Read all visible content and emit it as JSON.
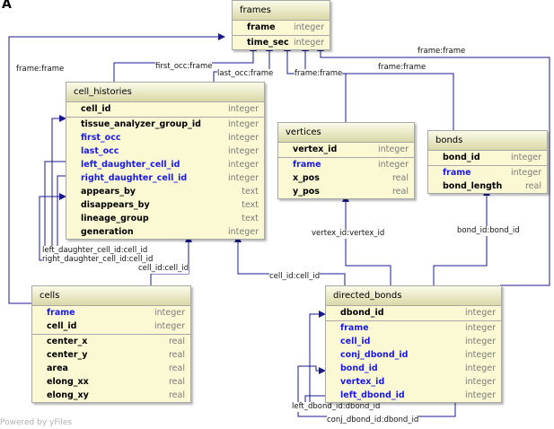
{
  "panel_label": "A",
  "footer": "Powered by yFiles",
  "tables": {
    "frames": {
      "title": "frames",
      "rows": [
        {
          "name": "frame",
          "type": "integer",
          "fk": false
        },
        {
          "name": "time_sec",
          "type": "integer",
          "fk": false
        }
      ]
    },
    "cell_histories": {
      "title": "cell_histories",
      "rows": [
        {
          "name": "cell_id",
          "type": "integer",
          "fk": false
        },
        {
          "name": "tissue_analyzer_group_id",
          "type": "integer",
          "fk": false
        },
        {
          "name": "first_occ",
          "type": "integer",
          "fk": true
        },
        {
          "name": "last_occ",
          "type": "integer",
          "fk": true
        },
        {
          "name": "left_daughter_cell_id",
          "type": "integer",
          "fk": true
        },
        {
          "name": "right_daughter_cell_id",
          "type": "integer",
          "fk": true
        },
        {
          "name": "appears_by",
          "type": "text",
          "fk": false
        },
        {
          "name": "disappears_by",
          "type": "text",
          "fk": false
        },
        {
          "name": "lineage_group",
          "type": "text",
          "fk": false
        },
        {
          "name": "generation",
          "type": "integer",
          "fk": false
        }
      ]
    },
    "vertices": {
      "title": "vertices",
      "rows": [
        {
          "name": "vertex_id",
          "type": "integer",
          "fk": false
        },
        {
          "name": "frame",
          "type": "integer",
          "fk": true
        },
        {
          "name": "x_pos",
          "type": "real",
          "fk": false
        },
        {
          "name": "y_pos",
          "type": "real",
          "fk": false
        }
      ]
    },
    "bonds": {
      "title": "bonds",
      "rows": [
        {
          "name": "bond_id",
          "type": "integer",
          "fk": false
        },
        {
          "name": "frame",
          "type": "integer",
          "fk": true
        },
        {
          "name": "bond_length",
          "type": "real",
          "fk": false
        }
      ]
    },
    "cells": {
      "title": "cells",
      "rows": [
        {
          "name": "frame",
          "type": "integer",
          "fk": true
        },
        {
          "name": "cell_id",
          "type": "integer",
          "fk": false
        },
        {
          "name": "center_x",
          "type": "real",
          "fk": false
        },
        {
          "name": "center_y",
          "type": "real",
          "fk": false
        },
        {
          "name": "area",
          "type": "real",
          "fk": false
        },
        {
          "name": "elong_xx",
          "type": "real",
          "fk": false
        },
        {
          "name": "elong_xy",
          "type": "real",
          "fk": false
        }
      ]
    },
    "directed_bonds": {
      "title": "directed_bonds",
      "rows": [
        {
          "name": "dbond_id",
          "type": "integer",
          "fk": false
        },
        {
          "name": "frame",
          "type": "integer",
          "fk": true
        },
        {
          "name": "cell_id",
          "type": "integer",
          "fk": true
        },
        {
          "name": "conj_dbond_id",
          "type": "integer",
          "fk": true
        },
        {
          "name": "bond_id",
          "type": "integer",
          "fk": true
        },
        {
          "name": "vertex_id",
          "type": "integer",
          "fk": true
        },
        {
          "name": "left_dbond_id",
          "type": "integer",
          "fk": true
        }
      ]
    }
  },
  "relations": [
    {
      "label": "frame:frame"
    },
    {
      "label": "first_occ:frame"
    },
    {
      "label": "last_occ:frame"
    },
    {
      "label": "frame:frame"
    },
    {
      "label": "frame:frame"
    },
    {
      "label": "frame:frame"
    },
    {
      "label": "left_daughter_cell_id:cell_id"
    },
    {
      "label": "right_daughter_cell_id:cell_id"
    },
    {
      "label": "cell_id:cell_id"
    },
    {
      "label": "cell_id:cell_id"
    },
    {
      "label": "vertex_id:vertex_id"
    },
    {
      "label": "bond_id:bond_id"
    },
    {
      "label": "left_dbond_id:dbond_id"
    },
    {
      "label": "conj_dbond_id:dbond_id"
    }
  ],
  "colors": {
    "line": "#1a1a8c",
    "table_fill": "#fbf9d3",
    "fk_text": "#1a1ae8"
  }
}
